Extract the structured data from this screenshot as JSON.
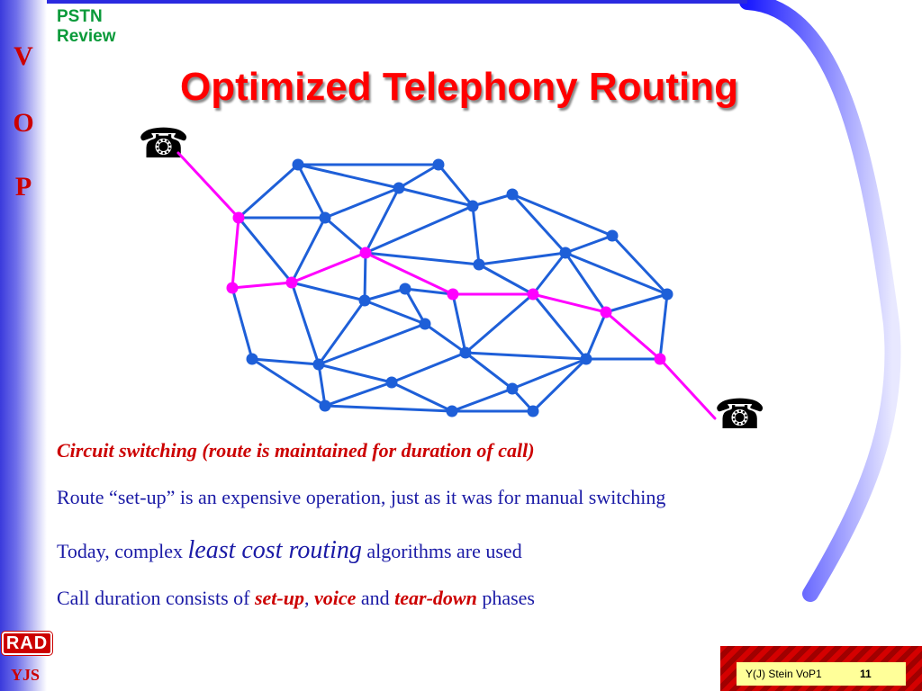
{
  "sidebar": {
    "letters": [
      "V",
      "O",
      "P"
    ]
  },
  "section_label": {
    "line1": "PSTN",
    "line2": "Review"
  },
  "title": "Optimized Telephony Routing",
  "icons": {
    "phone_start": "☎",
    "phone_end": "☎"
  },
  "colors": {
    "title": "#ff0000",
    "body": "#1a1aa6",
    "emphasis": "#cc0000",
    "network_node": "#1e5fd8",
    "route": "#ff00ff",
    "section_label": "#0a9a3a"
  },
  "body": {
    "line1": "Circuit switching (route is maintained for duration of call)",
    "line2": "Route “set-up” is an expensive operation, just as it was for manual switching",
    "line3": {
      "pre": "Today, complex ",
      "emph": "least cost routing",
      "post": " algorithms are used"
    },
    "line4": {
      "pre": "Call duration consists of ",
      "em1": "set-up",
      "sep": ", ",
      "em2": "voice",
      "and": " and ",
      "em3": "tear-down",
      "post": " phases"
    }
  },
  "logo": "RAD",
  "author": "YJS",
  "footer": {
    "text": "Y(J) Stein VoP1",
    "page": "11"
  }
}
